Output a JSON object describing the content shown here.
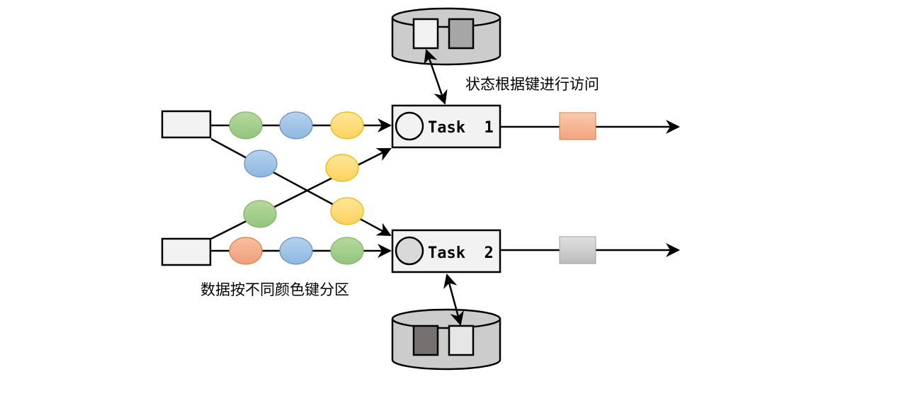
{
  "labels": {
    "state_access": "状态根据键进行访问",
    "partition": "数据按不同颜色键分区"
  },
  "tasks": [
    {
      "label": "Task  1"
    },
    {
      "label": "Task  2"
    }
  ],
  "colors": {
    "green_fill": "#a9d18e",
    "green_stroke": "#82b366",
    "blue_fill": "#9dc3e6",
    "blue_stroke": "#6c8ebf",
    "yellow_fill": "#ffd966",
    "yellow_stroke": "#f4c430",
    "orange_fill": "#f4b183",
    "orange_stroke": "#d6803f",
    "light_box": "#f2f2f2",
    "db_fill": "#cccccc",
    "dark_gray": "#7f7f7f",
    "mid_gray": "#a6a6a6",
    "out_gray": "#c9c9c9"
  }
}
